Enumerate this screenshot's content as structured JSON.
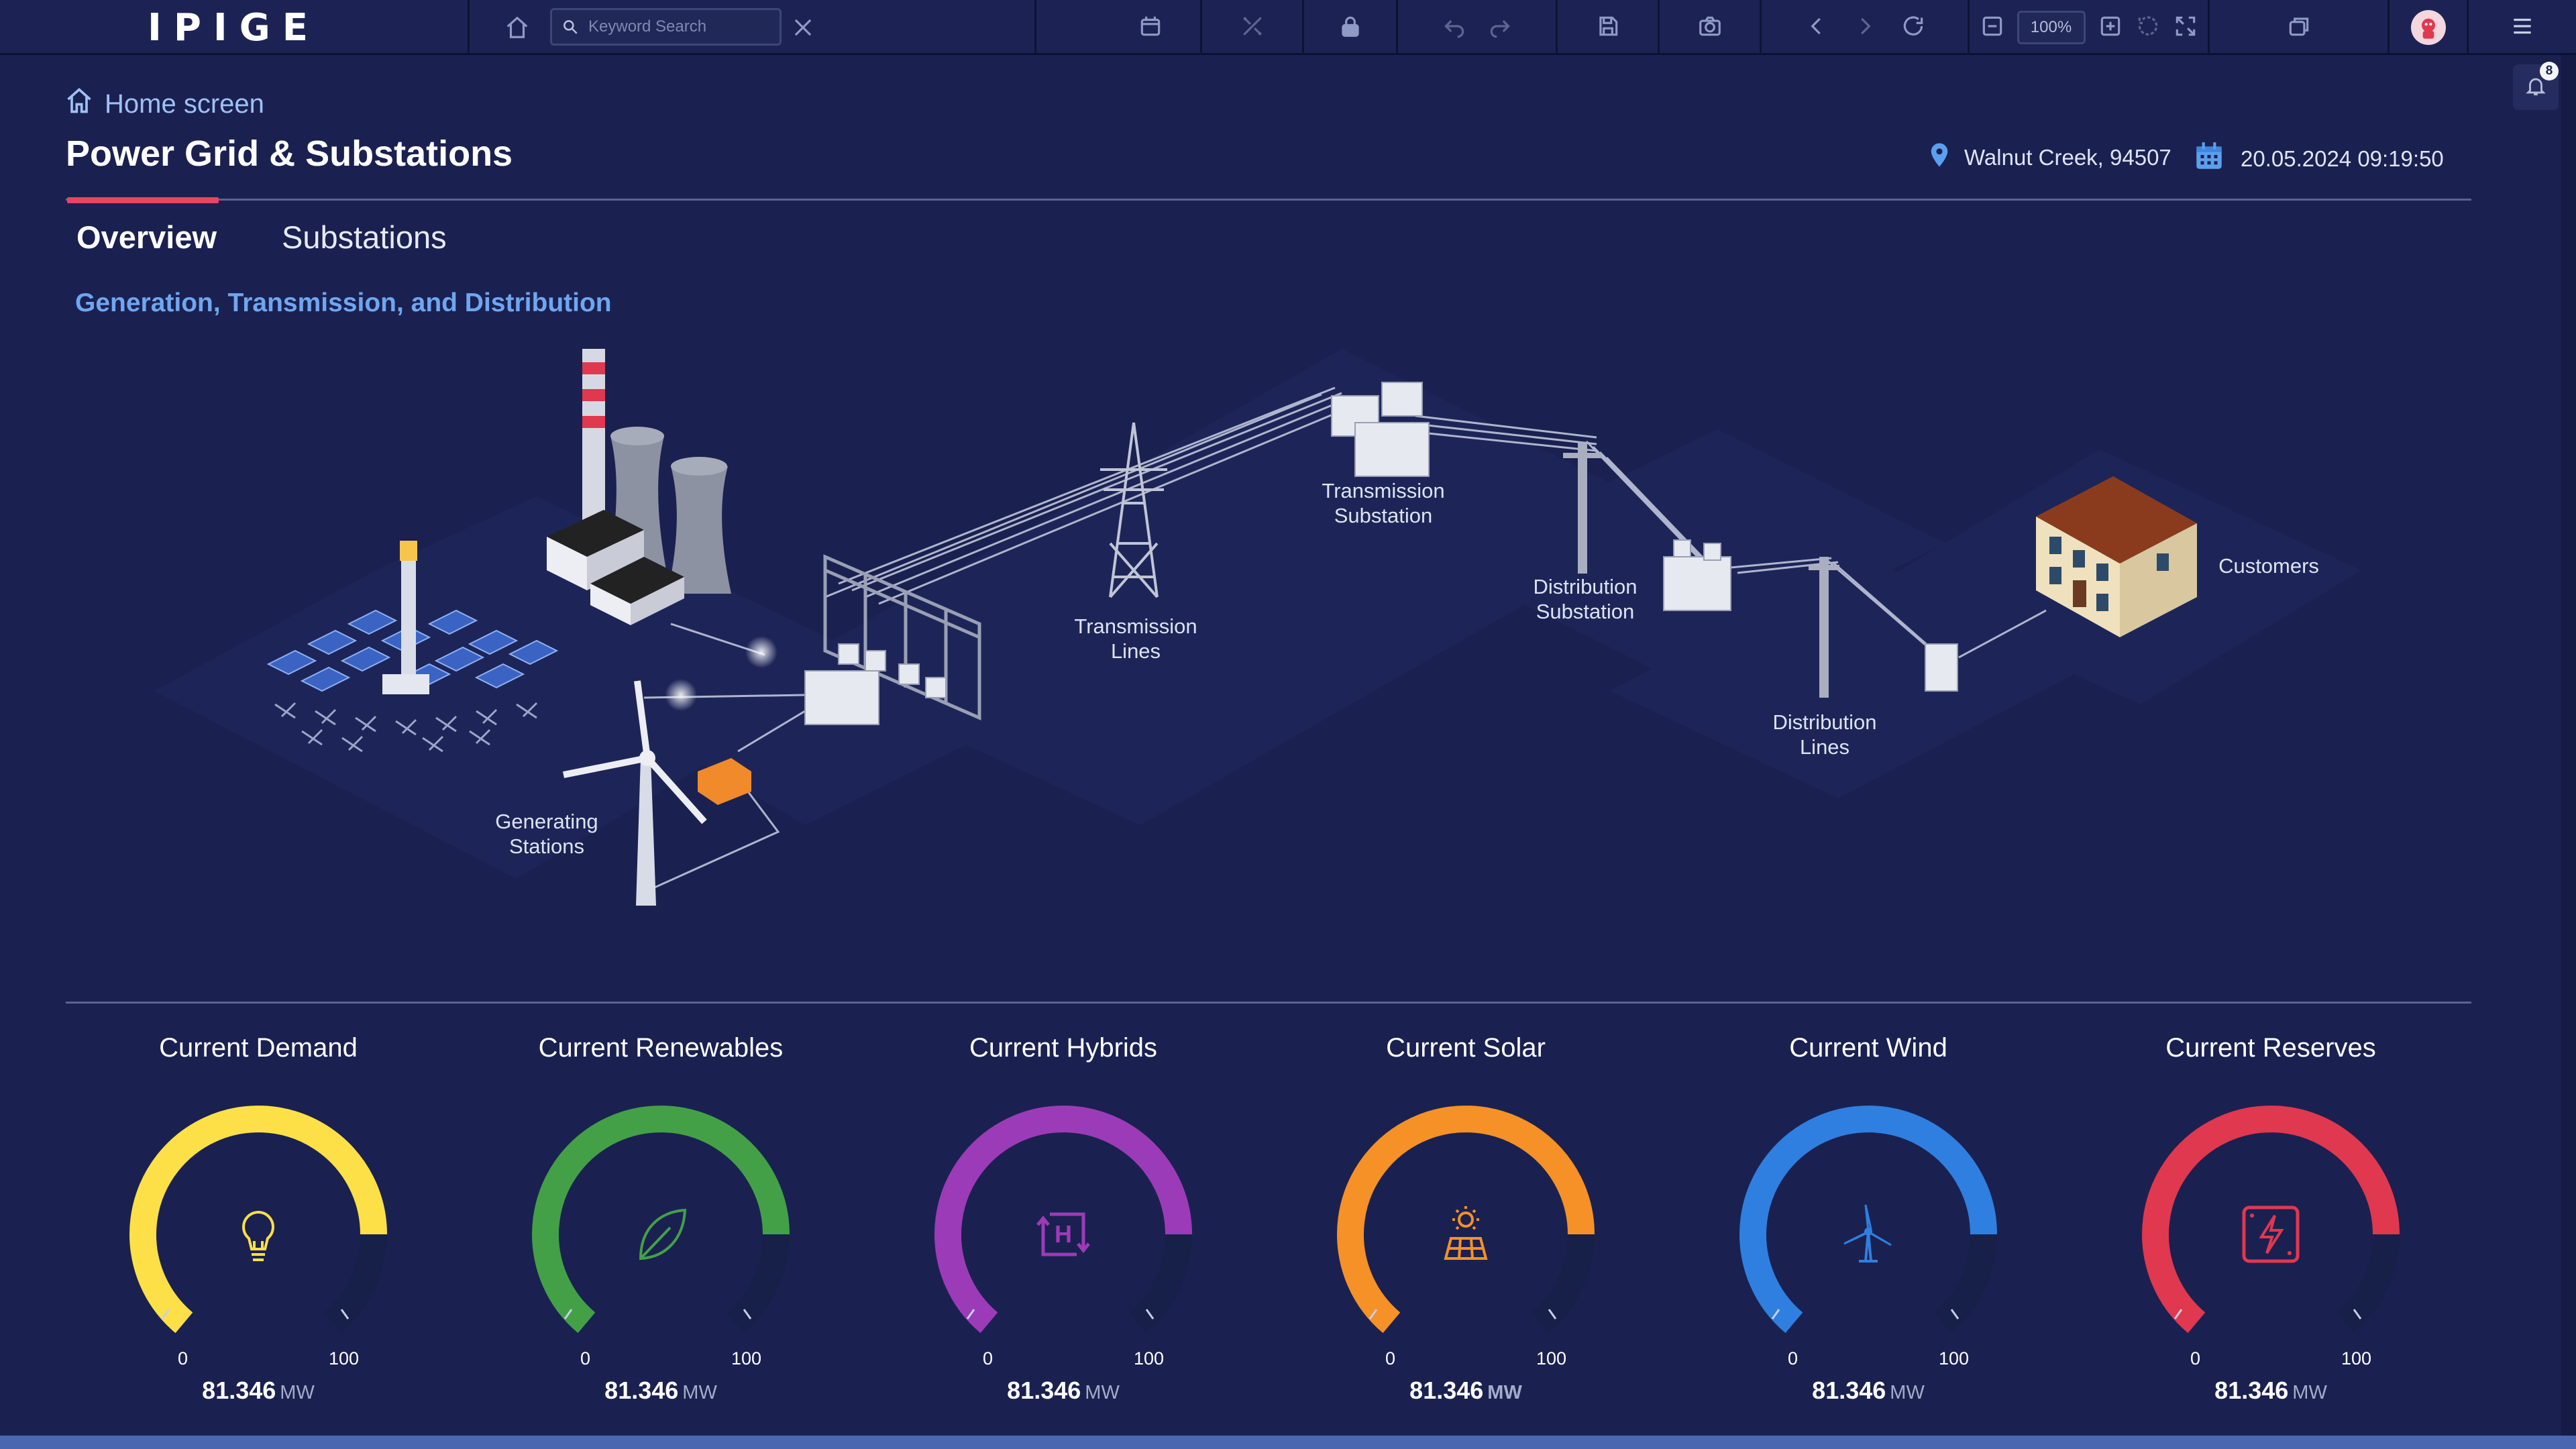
{
  "app": {
    "logo_text": "IPIGE"
  },
  "toolbar": {
    "search_placeholder": "Keyword Search",
    "zoom_level": "100%",
    "icons": [
      "home-icon",
      "search-icon",
      "clear-icon",
      "calendar-icon",
      "tools-icon",
      "lock-icon",
      "undo-icon",
      "redo-icon",
      "save-icon",
      "camera-icon",
      "back-icon",
      "forward-icon",
      "refresh-icon",
      "zoom-out-icon",
      "zoom-in-icon",
      "reset-icon",
      "fullscreen-icon",
      "window-icon",
      "avatar",
      "menu-icon"
    ]
  },
  "header": {
    "breadcrumb": "Home screen",
    "title": "Power Grid & Substations",
    "location": "Walnut Creek, 94507",
    "datetime": "20.05.2024 09:19:50"
  },
  "tabs": [
    {
      "label": "Overview",
      "active": true
    },
    {
      "label": "Substations",
      "active": false
    }
  ],
  "section": {
    "title": "Generation, Transmission, and Distribution"
  },
  "diagram": {
    "labels": {
      "generating_1": "Generating",
      "generating_2": "Stations",
      "transmission_lines_1": "Transmission",
      "transmission_lines_2": "Lines",
      "transmission_substation_1": "Transmission",
      "transmission_substation_2": "Substation",
      "distribution_substation_1": "Distribution",
      "distribution_substation_2": "Substation",
      "distribution_lines_1": "Distribution",
      "distribution_lines_2": "Lines",
      "customers": "Customers"
    }
  },
  "gauges": [
    {
      "title": "Current Demand",
      "min": "0",
      "max": "100",
      "value": "81.346",
      "unit": "MW",
      "color": "#fde047",
      "icon": "lightbulb-icon"
    },
    {
      "title": "Current Renewables",
      "min": "0",
      "max": "100",
      "value": "81.346",
      "unit": "MW",
      "color": "#43a047",
      "icon": "leaf-icon"
    },
    {
      "title": "Current Hybrids",
      "min": "0",
      "max": "100",
      "value": "81.346",
      "unit": "MW",
      "color": "#9c3bb8",
      "icon": "hybrid-icon"
    },
    {
      "title": "Current Solar",
      "min": "0",
      "max": "100",
      "value": "81.346",
      "unit": "MW",
      "color": "#f59127",
      "icon": "solar-panel-icon"
    },
    {
      "title": "Current Wind",
      "min": "0",
      "max": "100",
      "value": "81.346",
      "unit": "MW",
      "color": "#2f7fe0",
      "icon": "wind-turbine-icon"
    },
    {
      "title": "Current Reserves",
      "min": "0",
      "max": "100",
      "value": "81.346",
      "unit": "MW",
      "color": "#e0384f",
      "icon": "battery-bolt-icon"
    }
  ],
  "notifications": {
    "count": "8"
  }
}
